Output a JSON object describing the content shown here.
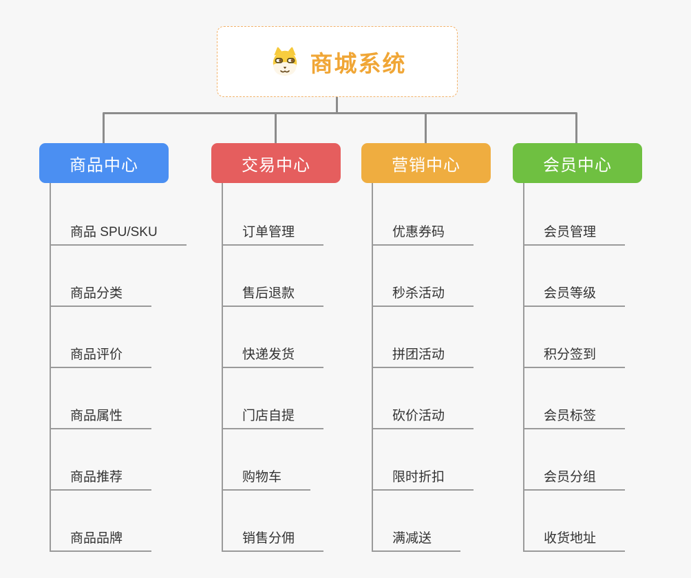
{
  "root": {
    "title": "商城系统",
    "icon": "shiba-dog-icon",
    "title_color": "#f0a636",
    "border_color": "#f2b168"
  },
  "branches": [
    {
      "label": "商品中心",
      "color": "#4b8ff2",
      "items": [
        "商品 SPU/SKU",
        "商品分类",
        "商品评价",
        "商品属性",
        "商品推荐",
        "商品品牌"
      ]
    },
    {
      "label": "交易中心",
      "color": "#e55e5e",
      "items": [
        "订单管理",
        "售后退款",
        "快递发货",
        "门店自提",
        "购物车",
        "销售分佣"
      ]
    },
    {
      "label": "营销中心",
      "color": "#efad40",
      "items": [
        "优惠券码",
        "秒杀活动",
        "拼团活动",
        "砍价活动",
        "限时折扣",
        "满减送"
      ]
    },
    {
      "label": "会员中心",
      "color": "#6fc041",
      "items": [
        "会员管理",
        "会员等级",
        "积分签到",
        "会员标签",
        "会员分组",
        "收货地址"
      ]
    }
  ],
  "connector_color": "#8c8c8c",
  "leaf_line_color": "#9a9a9a",
  "leaf_text_color": "#333333",
  "background_color": "#f7f7f7"
}
